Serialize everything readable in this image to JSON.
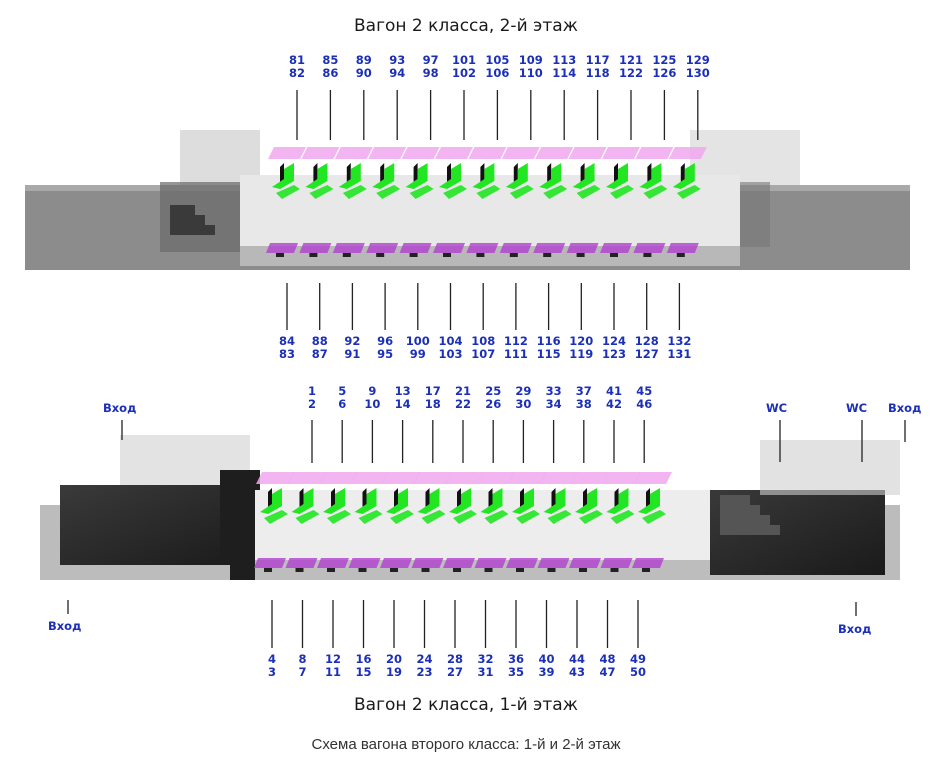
{
  "titles": {
    "upper_deck": "Вагон 2 класса, 2-й этаж",
    "lower_deck": "Вагон 2 класса, 1-й этаж",
    "caption": "Схема вагона второго класса: 1-й и 2-й этаж"
  },
  "upper_deck": {
    "top_seat_labels": [
      [
        "81",
        "82"
      ],
      [
        "85",
        "86"
      ],
      [
        "89",
        "90"
      ],
      [
        "93",
        "94"
      ],
      [
        "97",
        "98"
      ],
      [
        "101",
        "102"
      ],
      [
        "105",
        "106"
      ],
      [
        "109",
        "110"
      ],
      [
        "113",
        "114"
      ],
      [
        "117",
        "118"
      ],
      [
        "121",
        "122"
      ],
      [
        "125",
        "126"
      ],
      [
        "129",
        "130"
      ]
    ],
    "bottom_seat_labels": [
      [
        "84",
        "83"
      ],
      [
        "88",
        "87"
      ],
      [
        "92",
        "91"
      ],
      [
        "96",
        "95"
      ],
      [
        "100",
        "99"
      ],
      [
        "104",
        "103"
      ],
      [
        "108",
        "107"
      ],
      [
        "112",
        "111"
      ],
      [
        "116",
        "115"
      ],
      [
        "120",
        "119"
      ],
      [
        "124",
        "123"
      ],
      [
        "128",
        "127"
      ],
      [
        "132",
        "131"
      ]
    ]
  },
  "lower_deck": {
    "top_seat_labels": [
      [
        "1",
        "2"
      ],
      [
        "5",
        "6"
      ],
      [
        "9",
        "10"
      ],
      [
        "13",
        "14"
      ],
      [
        "17",
        "18"
      ],
      [
        "21",
        "22"
      ],
      [
        "25",
        "26"
      ],
      [
        "29",
        "30"
      ],
      [
        "33",
        "34"
      ],
      [
        "37",
        "38"
      ],
      [
        "41",
        "42"
      ],
      [
        "45",
        "46"
      ]
    ],
    "bottom_seat_labels": [
      [
        "4",
        "3"
      ],
      [
        "8",
        "7"
      ],
      [
        "12",
        "11"
      ],
      [
        "16",
        "15"
      ],
      [
        "20",
        "19"
      ],
      [
        "24",
        "23"
      ],
      [
        "28",
        "27"
      ],
      [
        "32",
        "31"
      ],
      [
        "36",
        "35"
      ],
      [
        "40",
        "39"
      ],
      [
        "44",
        "43"
      ],
      [
        "48",
        "47"
      ],
      [
        "49",
        "50"
      ]
    ],
    "labels": {
      "entrance": "Вход",
      "wc": "WC"
    }
  },
  "colors": {
    "seat_green": "#22e622",
    "table_pink": "#f0a8f0",
    "table_purple": "#b040d0",
    "label_blue": "#1b2fb8"
  }
}
